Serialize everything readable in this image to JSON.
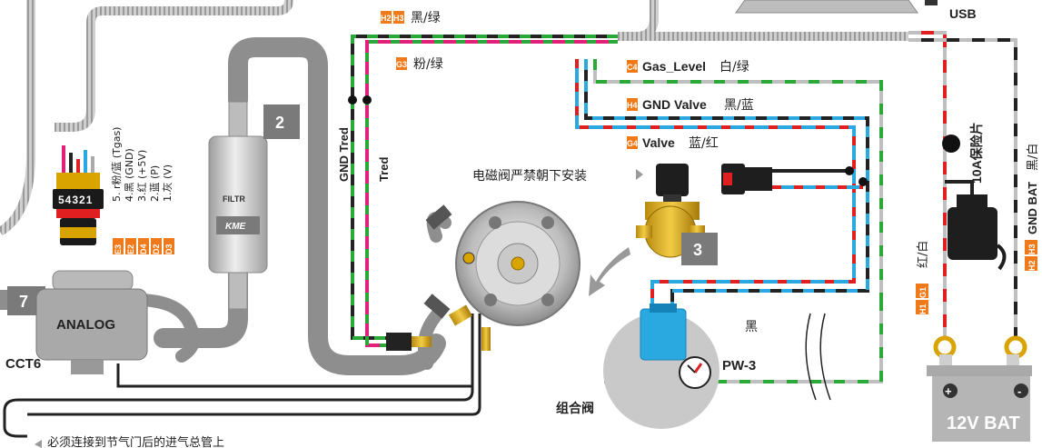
{
  "colors": {
    "tag_orange": "#f07a1a",
    "wire_red": "#e02020",
    "wire_green": "#2aa838",
    "wire_blue": "#2aa8e0",
    "wire_pink": "#e0207a",
    "wire_gray": "#b8b8b8",
    "wire_black": "#222222",
    "hose_gray": "#8e8e8e",
    "component_gray": "#c9c9c9"
  },
  "wires": {
    "h2h3_black_green": {
      "tags": [
        "H2",
        "H3"
      ],
      "label": "黑/绿"
    },
    "g3_pink_green": {
      "tag": "G3",
      "label": "粉/绿"
    },
    "c4_gas_level": {
      "tag": "C4",
      "name": "Gas_Level",
      "color": "白/绿"
    },
    "h4_gnd_valve": {
      "tag": "H4",
      "name": "GND Valve",
      "color": "黑/蓝"
    },
    "g4_valve": {
      "tag": "G4",
      "name": "Valve",
      "color": "蓝/红"
    },
    "gnd_tred": "GND Tred",
    "tred": "Tred"
  },
  "connector": {
    "pins": "54321",
    "lines": [
      "5. r粉/蓝 (Tgas)",
      "4.黑 (GND)",
      "3.红 (+5V)",
      "2.蓝 (P)",
      "1.灰 (V)"
    ],
    "tags": [
      "E3",
      "E2",
      "D4",
      "D2",
      "D3"
    ]
  },
  "components": {
    "filter_number": "2",
    "filter_label": "FILTR",
    "filter_brand": "KME",
    "valve_number": "3",
    "map_sensor_number": "7",
    "map_sensor_label": "ANALOG",
    "cct6_label": "CCT6",
    "pw3_label": "PW-3",
    "multivalve_label": "组合阀",
    "black_label": "黑"
  },
  "notes": {
    "solenoid_note": "电磁阀严禁朝下安装",
    "intake_note": "必须连接到节气门后的进气总管上"
  },
  "battery_side": {
    "usb_label": "USB",
    "fuse_label": "10A保险片",
    "gnd_bat_tags": [
      "H2",
      "H3"
    ],
    "gnd_bat_name": "GND BAT",
    "gnd_bat_color": "黑/白",
    "red_wire_tags": [
      "H1",
      "G1"
    ],
    "red_wire_color": "红/白",
    "battery_label": "12V BAT",
    "plus": "+",
    "minus": "-"
  }
}
